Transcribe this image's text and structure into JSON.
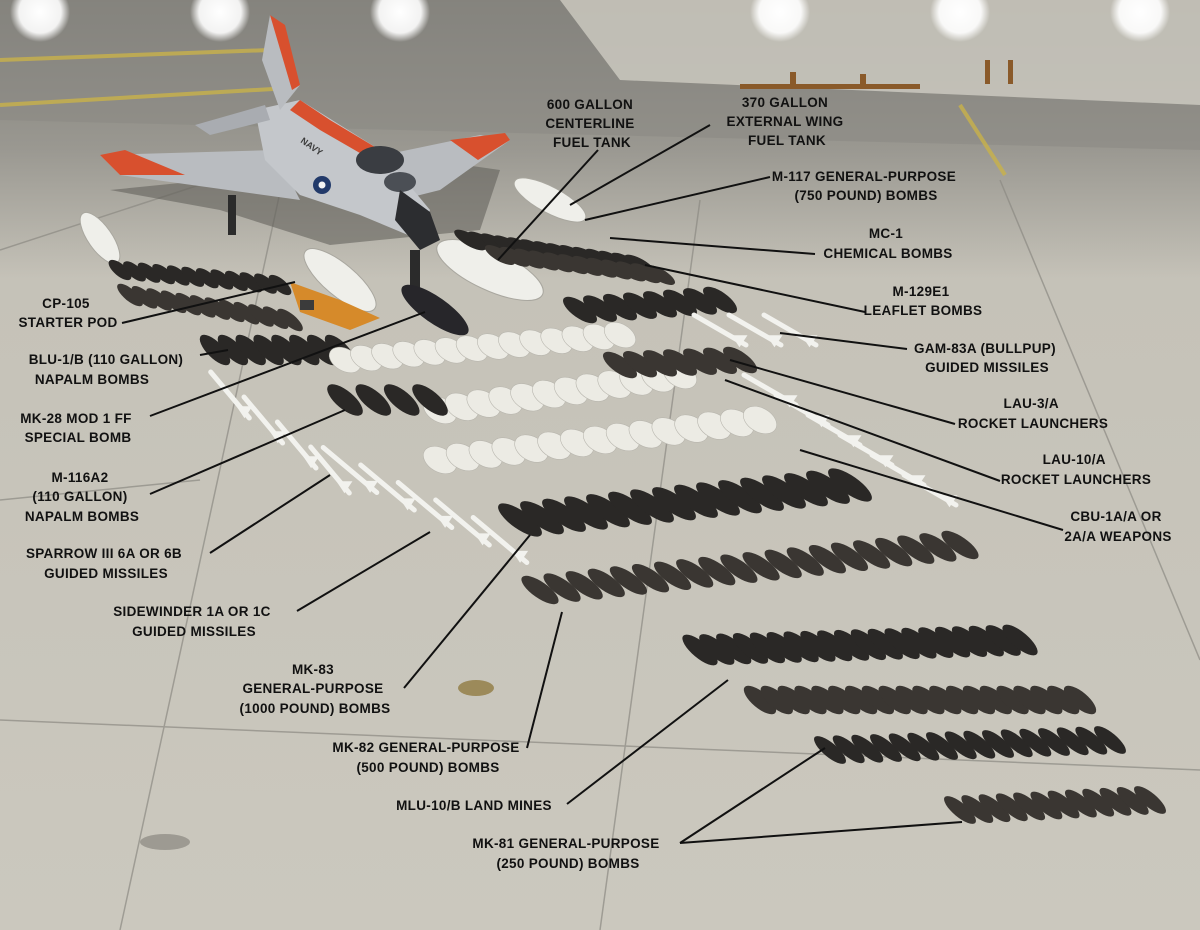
{
  "labels": {
    "centerline_tank": [
      "600 GALLON",
      "CENTERLINE",
      "FUEL TANK"
    ],
    "wing_tank": [
      "370 GALLON",
      "EXTERNAL WING",
      "FUEL TANK"
    ],
    "m117": [
      "M-117 GENERAL-PURPOSE",
      "(750 POUND) BOMBS"
    ],
    "mc1": [
      "MC-1",
      "CHEMICAL BOMBS"
    ],
    "m129e1": [
      "M-129E1",
      "LEAFLET BOMBS"
    ],
    "gam83a": [
      "GAM-83A (BULLPUP)",
      "GUIDED MISSILES"
    ],
    "lau3a": [
      "LAU-3/A",
      "ROCKET LAUNCHERS"
    ],
    "lau10a": [
      "LAU-10/A",
      "ROCKET LAUNCHERS"
    ],
    "cbu1a": [
      "CBU-1A/A OR",
      "2A/A WEAPONS"
    ],
    "cp105": [
      "CP-105",
      "STARTER POD"
    ],
    "blu1b": [
      "BLU-1/B (110 GALLON)",
      "NAPALM BOMBS"
    ],
    "mk28": [
      "MK-28 MOD 1 FF",
      "SPECIAL BOMB"
    ],
    "m116a2": [
      "M-116A2",
      "(110 GALLON)",
      "NAPALM BOMBS"
    ],
    "sparrow": [
      "SPARROW III 6A OR 6B",
      "GUIDED MISSILES"
    ],
    "sidewinder": [
      "SIDEWINDER 1A OR 1C",
      "GUIDED MISSILES"
    ],
    "mk83": [
      "MK-83",
      "GENERAL-PURPOSE",
      "(1000 POUND) BOMBS"
    ],
    "mk82": [
      "MK-82 GENERAL-PURPOSE",
      "(500 POUND) BOMBS"
    ],
    "mlu10b": [
      "MLU-10/B LAND MINES"
    ],
    "mk81": [
      "MK-81 GENERAL-PURPOSE",
      "(250 POUND) BOMBS"
    ]
  },
  "aircraft_markings": {
    "tail": "NAVY"
  },
  "colors": {
    "tarmac": "#c9c6bc",
    "tarmac_dark": "#8f8d86",
    "aircraft_grey": "#b9bcc0",
    "aircraft_orange": "#d8502e",
    "label_text": "#111111",
    "ordnance_dark": "#2a2826",
    "ordnance_light": "#ecebe4"
  }
}
